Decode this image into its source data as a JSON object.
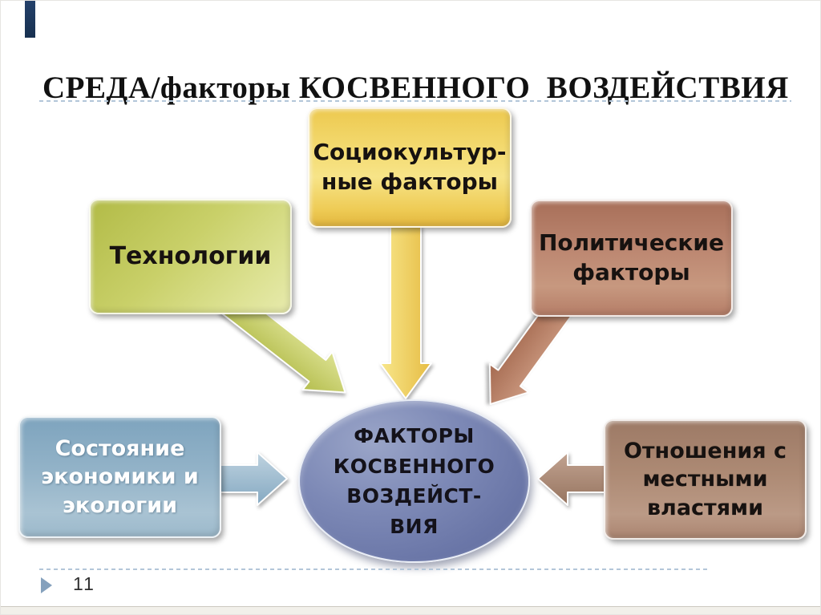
{
  "slide": {
    "title": "СРЕДА/факторы КОСВЕННОГО  ВОЗДЕЙСТВИЯ",
    "page_number": "11"
  },
  "diagram": {
    "center": {
      "lines": [
        "ФАКТОРЫ",
        "КОСВЕННОГО",
        "ВОЗДЕЙСТ-",
        "ВИЯ"
      ],
      "color": "#6b77a8"
    },
    "nodes": [
      {
        "id": "sociocultural",
        "lines": [
          "Социокультур-",
          "ные факторы"
        ],
        "color": "#f2d66b"
      },
      {
        "id": "technology",
        "lines": [
          "Технологии"
        ],
        "color": "#c9d069"
      },
      {
        "id": "political",
        "lines": [
          "Политические",
          "факторы"
        ],
        "color": "#bd8872"
      },
      {
        "id": "economy",
        "lines": [
          "Состояние",
          "экономики и",
          "экологии"
        ],
        "color": "#93b3c8"
      },
      {
        "id": "local",
        "lines": [
          "Отношения с",
          "местными",
          "властями"
        ],
        "color": "#ad8a74"
      }
    ],
    "colors": {
      "accent_bar": "#1d3a5f",
      "dashed_line": "#b3c6d9",
      "page_marker": "#85a1bd",
      "arrow_yellow": "#f0d269",
      "arrow_green": "#c5cc66",
      "arrow_brown": "#b97e63",
      "arrow_blue": "#a3c0d4",
      "arrow_taupe": "#b09484"
    }
  }
}
